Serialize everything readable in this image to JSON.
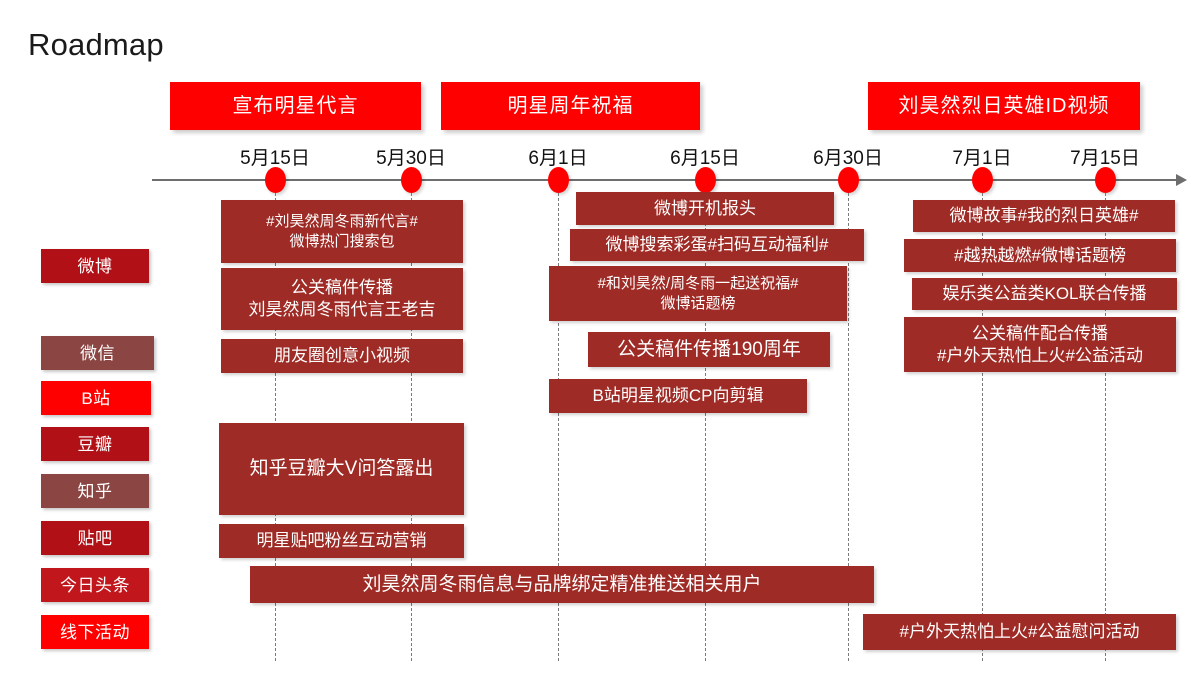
{
  "page": {
    "title": "Roadmap",
    "colors": {
      "banner_red": "#fe0000",
      "bar_maroon": "#9e2b25",
      "axis_gray": "#6e6e6e",
      "chip_red_bright": "#fe0000",
      "chip_red_dark": "#b11116",
      "chip_brown": "#8b4543"
    }
  },
  "phases": [
    {
      "label": "宣布明星代言"
    },
    {
      "label": "明星周年祝福"
    },
    {
      "label": "刘昊然烈日英雄ID视频"
    }
  ],
  "timeline": {
    "ticks": [
      {
        "label": "5月15日"
      },
      {
        "label": "5月30日"
      },
      {
        "label": "6月1日"
      },
      {
        "label": "6月15日"
      },
      {
        "label": "6月30日"
      },
      {
        "label": "7月1日"
      },
      {
        "label": "7月15日"
      }
    ]
  },
  "channels": [
    {
      "label": "微博"
    },
    {
      "label": "微信"
    },
    {
      "label": "B站"
    },
    {
      "label": "豆瓣"
    },
    {
      "label": "知乎"
    },
    {
      "label": "贴吧"
    },
    {
      "label": "今日头条"
    },
    {
      "label": "线下活动"
    }
  ],
  "activities": [
    {
      "lines": [
        "#刘昊然周冬雨新代言#",
        "微博热门搜索包"
      ]
    },
    {
      "lines": [
        "公关稿件传播",
        "刘昊然周冬雨代言王老吉"
      ]
    },
    {
      "lines": [
        "朋友圈创意小视频"
      ]
    },
    {
      "lines": [
        "微博开机报头"
      ]
    },
    {
      "lines": [
        "微博搜索彩蛋#扫码互动福利#"
      ]
    },
    {
      "lines": [
        "#和刘昊然/周冬雨一起送祝福#",
        "微博话题榜"
      ]
    },
    {
      "lines": [
        "公关稿件传播190周年"
      ]
    },
    {
      "lines": [
        "B站明星视频CP向剪辑"
      ]
    },
    {
      "lines": [
        "微博故事#我的烈日英雄#"
      ]
    },
    {
      "lines": [
        "#越热越燃#微博话题榜"
      ]
    },
    {
      "lines": [
        "娱乐类公益类KOL联合传播"
      ]
    },
    {
      "lines": [
        "公关稿件配合传播",
        "#户外天热怕上火#公益活动"
      ]
    },
    {
      "lines": [
        "知乎豆瓣大V问答露出"
      ]
    },
    {
      "lines": [
        "明星贴吧粉丝互动营销"
      ]
    },
    {
      "lines": [
        "刘昊然周冬雨信息与品牌绑定精准推送相关用户"
      ]
    },
    {
      "lines": [
        "#户外天热怕上火#公益慰问活动"
      ]
    }
  ]
}
